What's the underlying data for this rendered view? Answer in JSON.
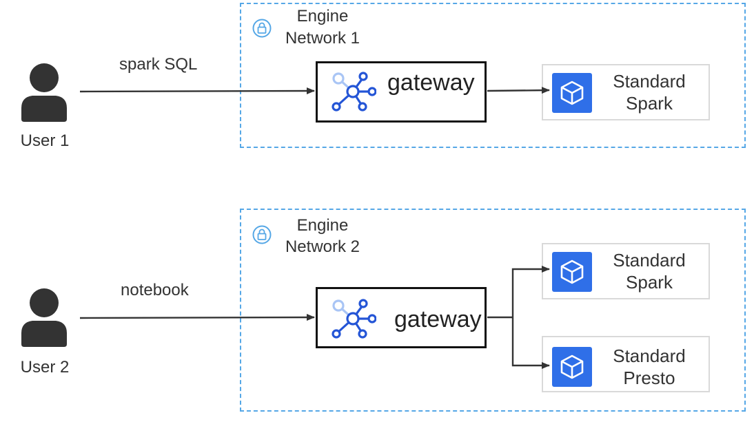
{
  "networks": [
    {
      "title_line1": "Engine",
      "title_line2": "Network 1",
      "user_label": "User 1",
      "edge_label": "spark SQL",
      "gateway_label": "gateway",
      "engines": [
        {
          "line1": "Standard",
          "line2": "Spark"
        }
      ]
    },
    {
      "title_line1": "Engine",
      "title_line2": "Network 2",
      "user_label": "User 2",
      "edge_label": "notebook",
      "gateway_label": "gateway",
      "engines": [
        {
          "line1": "Standard",
          "line2": "Spark"
        },
        {
          "line1": "Standard",
          "line2": "Presto"
        }
      ]
    }
  ],
  "colors": {
    "network_border": "#55a7e6",
    "engine_icon": "#2f6fe8",
    "gateway_icon": "#2455d6",
    "user_icon": "#333333",
    "connector": "#333333"
  },
  "icons": {
    "user": "person-icon",
    "network": "lock-icon",
    "gateway": "network-hub-icon",
    "engine": "cube-icon"
  }
}
